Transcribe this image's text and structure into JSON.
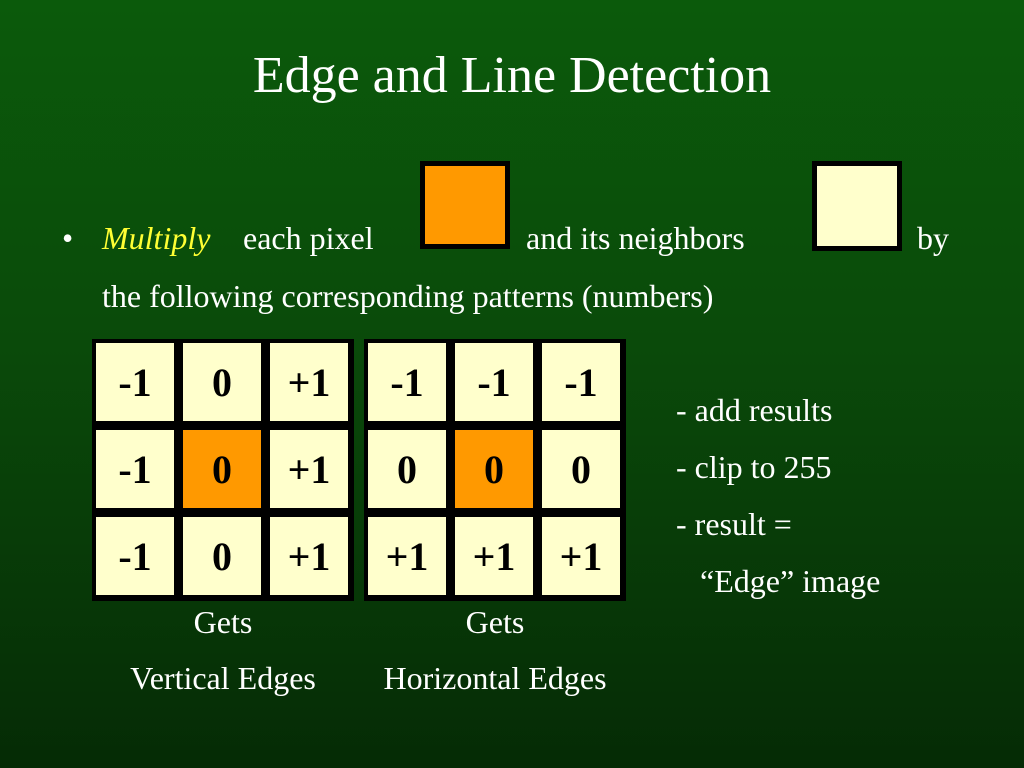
{
  "title": "Edge and Line Detection",
  "bullet": {
    "marker": "•",
    "emphasis": "Multiply",
    "part1": "each pixel",
    "part2": "and its neighbors",
    "part3": "by",
    "line2": "the following corresponding patterns (numbers)"
  },
  "colors": {
    "pixel_swatch": "#ff9900",
    "neighbor_swatch": "#ffffcc",
    "emphasis": "#ffff33"
  },
  "kernels": [
    {
      "cells": [
        [
          "-1",
          "0",
          "+1"
        ],
        [
          "-1",
          "0",
          "+1"
        ],
        [
          "-1",
          "0",
          "+1"
        ]
      ],
      "caption1": "Gets",
      "caption2": "Vertical Edges"
    },
    {
      "cells": [
        [
          "-1",
          "-1",
          "-1"
        ],
        [
          "0",
          "0",
          "0"
        ],
        [
          "+1",
          "+1",
          "+1"
        ]
      ],
      "caption1": "Gets",
      "caption2": "Horizontal Edges"
    }
  ],
  "notes": [
    "- add results",
    "- clip to 255",
    "- result =",
    "“Edge” image"
  ]
}
